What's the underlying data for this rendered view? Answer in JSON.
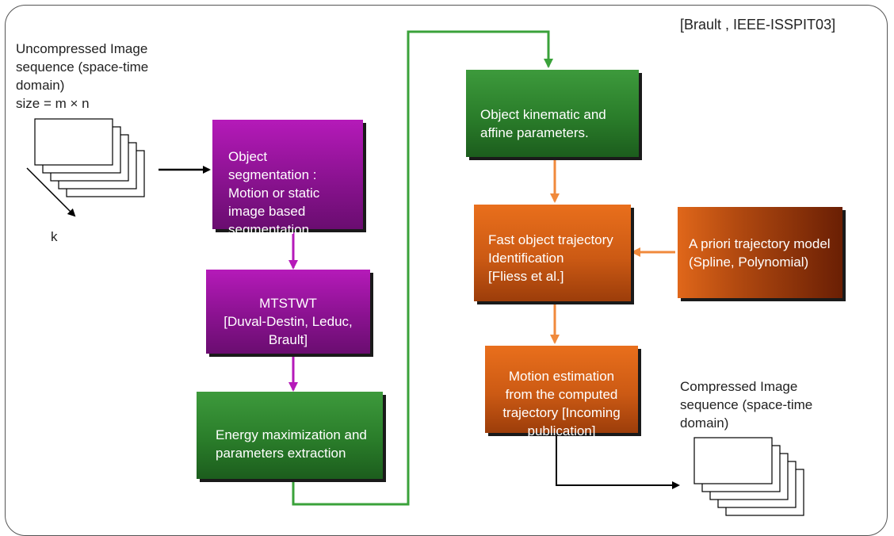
{
  "citation": "[Brault , IEEE-ISSPIT03]",
  "input": {
    "caption": "Uncompressed Image\nsequence (space-time\ndomain)\nsize = m × n",
    "axis_label": "k"
  },
  "output": {
    "caption": "Compressed Image\nsequence (space-time\ndomain)"
  },
  "boxes": {
    "segmentation": "Object\nsegmentation :\nMotion or static\nimage based\nsegmentation",
    "mtstwt": "MTSTWT\n[Duval-Destin, Leduc,\nBrault]",
    "energy": "Energy maximization and\nparameters extraction",
    "kinematic": "Object kinematic and\naffine parameters.",
    "trajectory": "Fast object trajectory\nIdentification\n[Fliess et al.]",
    "priori": "A priori trajectory model\n(Spline, Polynomial)",
    "motion": "Motion estimation\nfrom the computed\ntrajectory [Incoming\npublication]"
  },
  "colors": {
    "magenta": "#b51ab9",
    "green": "#2a7d2a",
    "orange": "#e06a1c",
    "arrow_magenta": "#b51ab9",
    "arrow_green": "#3aa23a",
    "arrow_orange": "#f08a3c",
    "arrow_black": "#000000"
  }
}
